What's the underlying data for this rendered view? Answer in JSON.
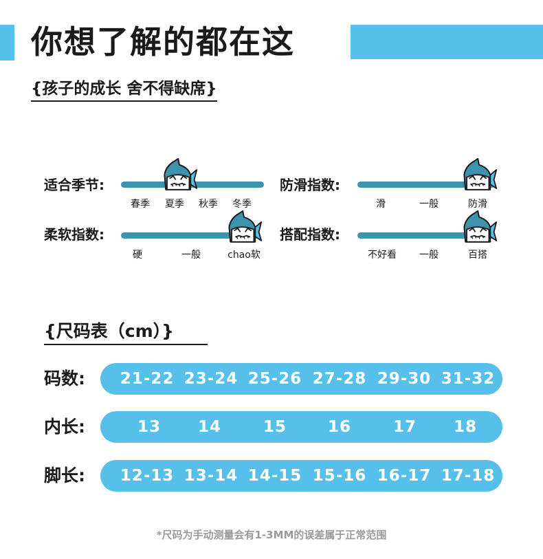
{
  "header": {
    "title": "你想了解的都在这",
    "subtitle": "{孩子的成长  舍不得缺席}",
    "accent_color": "#57c0ea"
  },
  "ratings": [
    {
      "label": "适合季节:",
      "ticks": [
        "春季",
        "夏季",
        "秋季",
        "冬季"
      ],
      "selected": "夏季",
      "icon": "shark-icon"
    },
    {
      "label": "防滑指数:",
      "ticks": [
        "滑",
        "一般",
        "防滑"
      ],
      "selected": "防滑",
      "icon": "shark-icon"
    },
    {
      "label": "柔软指数:",
      "ticks": [
        "硬",
        "一般",
        "chao软"
      ],
      "selected": "chao软",
      "icon": "shark-icon"
    },
    {
      "label": "搭配指数:",
      "ticks": [
        "不好看",
        "一般",
        "百搭"
      ],
      "selected": "百搭",
      "icon": "shark-icon"
    }
  ],
  "size_table": {
    "title": "{尺码表（cm）}",
    "rows": [
      {
        "label": "码数:",
        "values": [
          "21-22",
          "23-24",
          "25-26",
          "27-28",
          "29-30",
          "31-32"
        ]
      },
      {
        "label": "内长:",
        "values": [
          "13",
          "14",
          "15",
          "16",
          "17",
          "18"
        ]
      },
      {
        "label": "脚长:",
        "values": [
          "12-13",
          "13-14",
          "14-15",
          "15-16",
          "16-17",
          "17-18"
        ]
      }
    ]
  },
  "footnote": "*尺码为手动测量会有1-3MM的误差属于正常范围"
}
